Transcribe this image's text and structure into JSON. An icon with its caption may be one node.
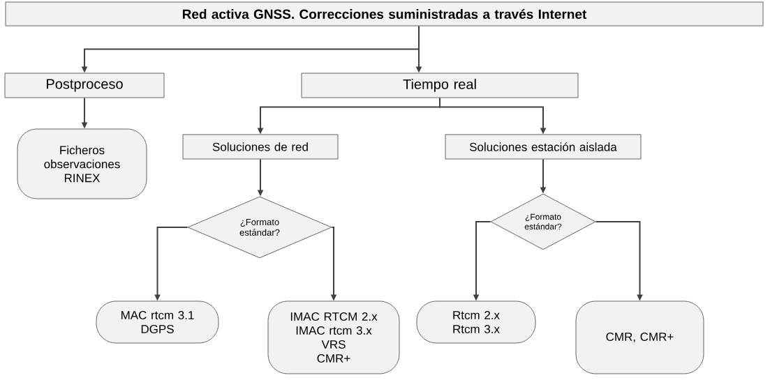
{
  "diagram": {
    "nodes": [
      {
        "text": [
          "Red activa GNSS. Correcciones suministradas a través Internet"
        ]
      },
      {
        "text": [
          "Postproceso"
        ]
      },
      {
        "text": [
          "Tiempo real"
        ]
      },
      {
        "text": [
          "Ficheros observaciones RINEX"
        ]
      },
      {
        "text": [
          "Soluciones de red"
        ]
      },
      {
        "text": [
          "Soluciones estación aislada"
        ]
      },
      {
        "text": [
          "¿Formato estándar?"
        ]
      },
      {
        "text": [
          "¿Formato estándar?"
        ]
      },
      {
        "text": [
          "MAC rtcm 3.1",
          "DGPS"
        ]
      },
      {
        "text": [
          "IMAC RTCM 2.x",
          "IMAC rtcm 3.x",
          "VRS",
          "CMR+"
        ]
      },
      {
        "text": [
          "Rtcm 2.x",
          "Rtcm 3.x"
        ]
      },
      {
        "text": [
          "CMR, CMR+"
        ]
      }
    ],
    "edges": [
      {
        "from": 0,
        "to": 1,
        "arrow": "to"
      },
      {
        "from": 0,
        "to": 2,
        "arrow": "to"
      },
      {
        "from": 1,
        "to": 3,
        "arrow": "to"
      },
      {
        "from": 2,
        "to": 4,
        "arrow": "to"
      },
      {
        "from": 2,
        "to": 5,
        "arrow": "to"
      },
      {
        "from": 4,
        "to": 6,
        "arrow": "to"
      },
      {
        "from": 5,
        "to": 7,
        "arrow": "to"
      },
      {
        "from": 6,
        "to": 8,
        "arrow": "to"
      },
      {
        "from": 6,
        "to": 9,
        "arrow": "to"
      },
      {
        "from": 7,
        "to": 10,
        "arrow": "to"
      },
      {
        "from": 7,
        "to": 11,
        "arrow": "to"
      }
    ]
  }
}
